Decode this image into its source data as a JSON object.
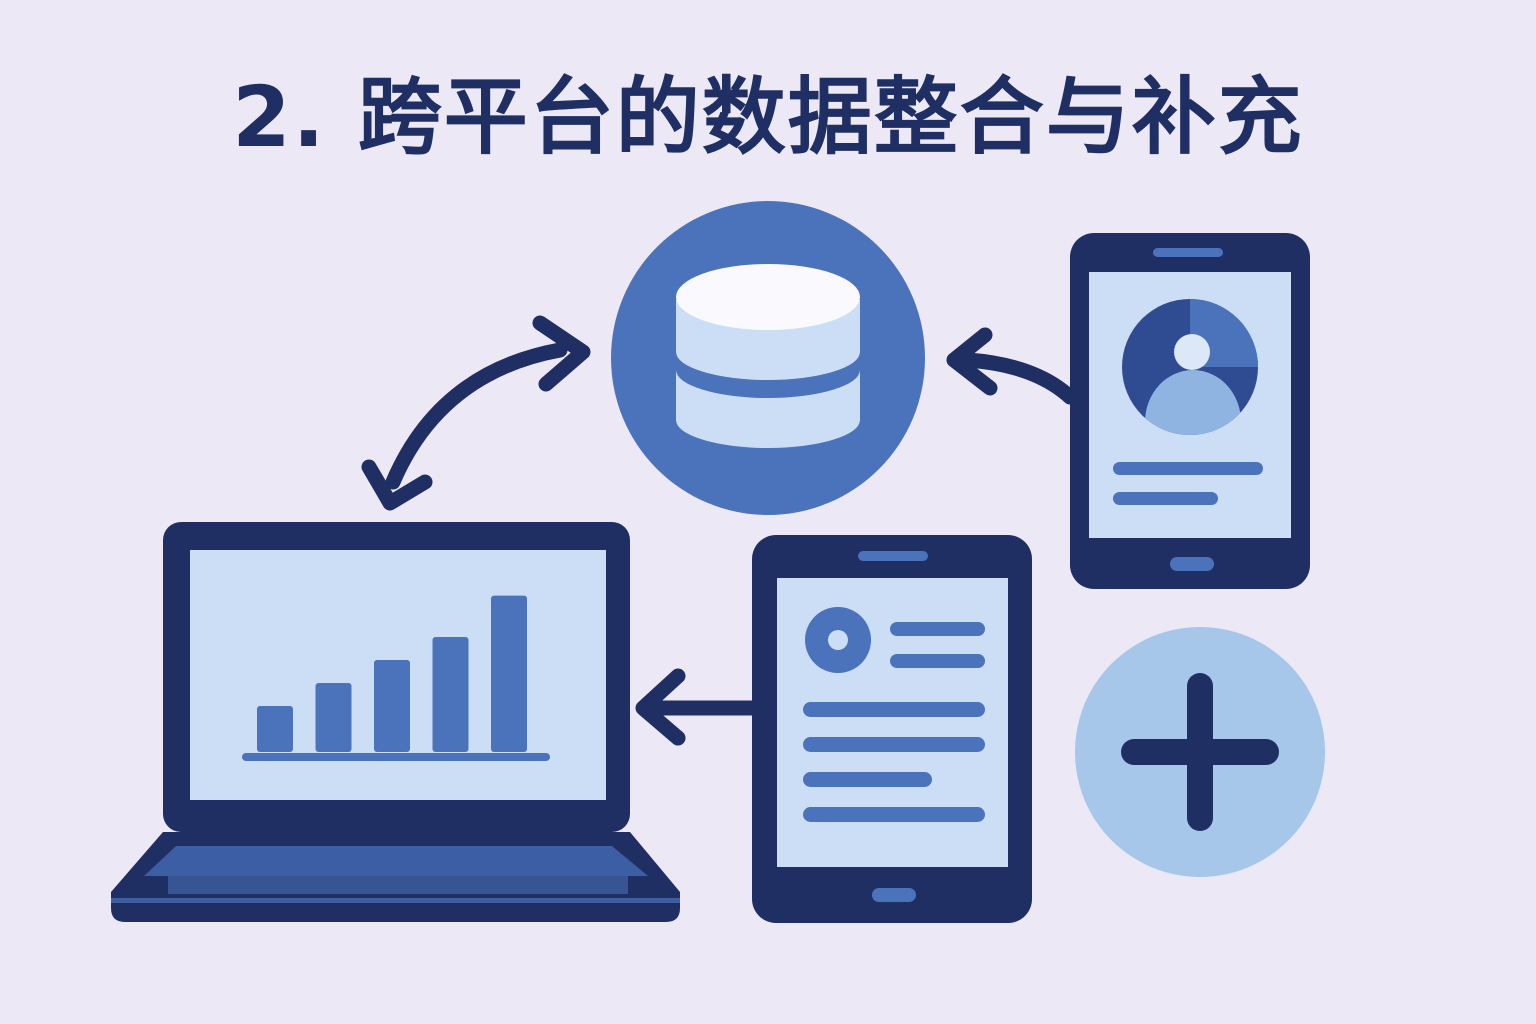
{
  "title": "2. 跨平台的数据整合与补充",
  "colors": {
    "background": "#ECE8F6",
    "navy": "#1F2F63",
    "blue": "#4A73BC",
    "light_blue": "#CCDDF6",
    "pale_blue": "#A6C7EA"
  },
  "icons": {
    "center": "database-icon",
    "laptop": "laptop-chart-icon",
    "tablet": "tablet-profile-icon",
    "phone": "phone-user-icon",
    "add": "plus-icon"
  },
  "laptop_chart": {
    "type": "bar",
    "values": [
      2,
      3,
      4,
      5,
      6.8
    ]
  }
}
